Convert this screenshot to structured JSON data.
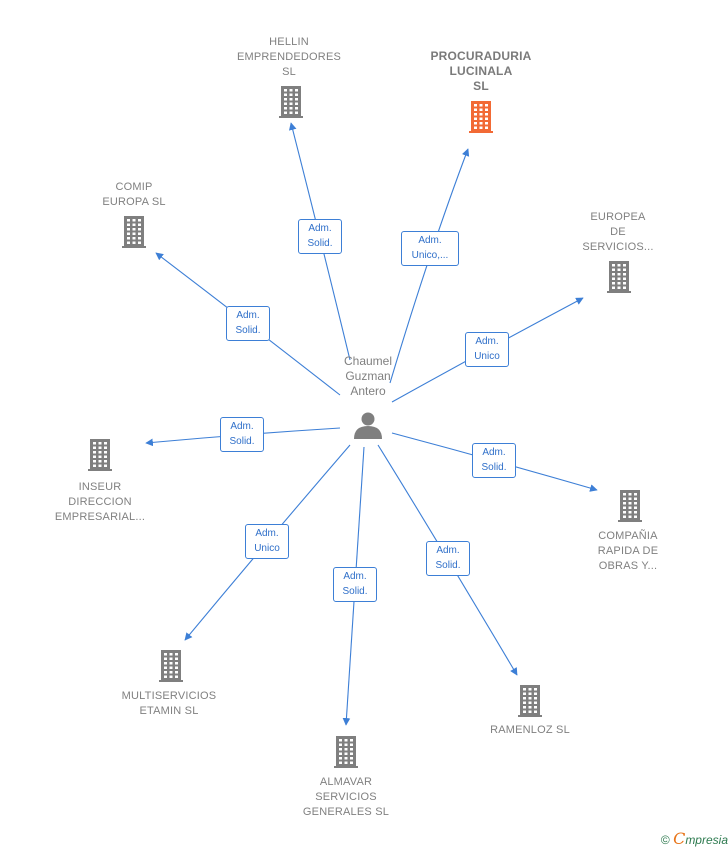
{
  "person": {
    "name": "Chaumel\nGuzman\nAntero"
  },
  "colors": {
    "edge": "#3d7fd6",
    "building": "#7f7f7f",
    "highlight": "#f26a35"
  },
  "companies": [
    {
      "id": "hellin",
      "name": "HELLIN\nEMPRENDEDORES\nSL",
      "highlight": false
    },
    {
      "id": "procuraduria",
      "name": "PROCURADURIA\nLUCINALA\nSL",
      "highlight": true
    },
    {
      "id": "comip",
      "name": "COMIP\nEUROPA  SL",
      "highlight": false
    },
    {
      "id": "europea",
      "name": "EUROPEA\nDE\nSERVICIOS...",
      "highlight": false
    },
    {
      "id": "inseur",
      "name": "INSEUR\nDIRECCION\nEMPRESARIAL...",
      "highlight": false
    },
    {
      "id": "compania",
      "name": "COMPAÑIA\nRAPIDA DE\nOBRAS Y...",
      "highlight": false
    },
    {
      "id": "multiservicios",
      "name": "MULTISERVICIOS\nETAMIN  SL",
      "highlight": false
    },
    {
      "id": "ramenloz",
      "name": "RAMENLOZ SL",
      "highlight": false
    },
    {
      "id": "almavar",
      "name": "ALMAVAR\nSERVICIOS\nGENERALES SL",
      "highlight": false
    }
  ],
  "edges": [
    {
      "to": "hellin",
      "label": "Adm.\nSolid."
    },
    {
      "to": "procuraduria",
      "label": "Adm.\nUnico,..."
    },
    {
      "to": "comip",
      "label": "Adm.\nSolid."
    },
    {
      "to": "europea",
      "label": "Adm.\nUnico"
    },
    {
      "to": "inseur",
      "label": "Adm.\nSolid."
    },
    {
      "to": "compania",
      "label": "Adm.\nSolid."
    },
    {
      "to": "multiservicios",
      "label": "Adm.\nUnico"
    },
    {
      "to": "ramenloz",
      "label": "Adm.\nSolid."
    },
    {
      "to": "almavar",
      "label": "Adm.\nSolid."
    }
  ],
  "footer": {
    "copyright": "©",
    "brand_initial": "C",
    "brand_rest": "mpresia"
  }
}
